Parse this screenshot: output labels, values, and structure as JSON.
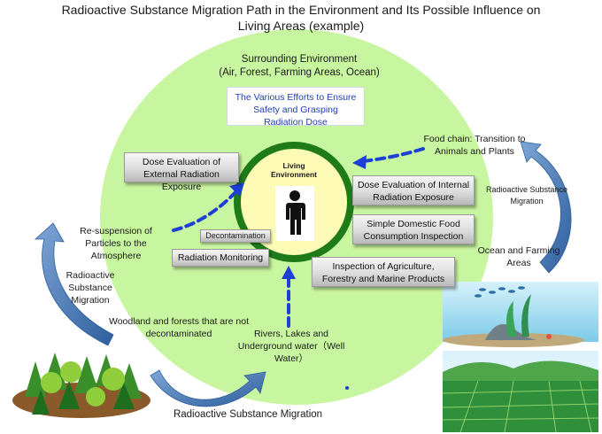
{
  "title_line1": "Radioactive Substance Migration Path  in the Environment and Its Possible Influence on",
  "title_line2": "Living Areas (example)",
  "surrounding": {
    "line1": "Surrounding Environment",
    "line2": "(Air, Forest, Farming Areas, Ocean)"
  },
  "efforts_box": "The Various Efforts to Ensure Safety and Grasping Radiation Dose",
  "living_environment": "Living Environment",
  "boxes": {
    "external": "Dose Evaluation of External Radiation Exposure",
    "internal": "Dose Evaluation of Internal Radiation Exposure",
    "food_inspection": "Simple Domestic Food Consumption  Inspection",
    "agri_inspection": "Inspection of Agriculture, Forestry and Marine Products",
    "monitoring": "Radiation Monitoring",
    "decontamination": "Decontamination"
  },
  "labels": {
    "food_chain": "Food chain: Transition to Animals and Plants",
    "migration_right": "Radioactive Substance Migration",
    "ocean": "Ocean and Farming Areas",
    "resuspension": "Re-suspension of Particles to the Atmosphere",
    "migration_left": "Radioactive Substance Migration",
    "woodland": "Woodland and forests that are not decontaminated",
    "rivers": "Rivers, Lakes and Underground water（Well Water）",
    "migration_bottom": "Radioactive Substance Migration"
  },
  "colors": {
    "outer_circle": "#c8f5a0",
    "inner_ring": "#1f7a1a",
    "inner_fill": "#fdfbb6",
    "dashed_arrow": "#1d3fd6",
    "curved_arrow": "#4a7dbf"
  }
}
